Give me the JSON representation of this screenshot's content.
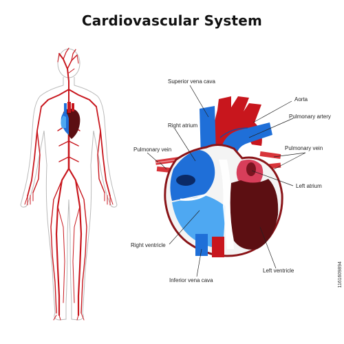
{
  "title": "Cardiovascular System",
  "stock_id": "1161609894",
  "labels": {
    "superior_vena_cava": "Superior vena cava",
    "aorta": "Aorta",
    "pulmonary_artery": "Pulmonary artery",
    "right_atrium": "Right atrium",
    "pulmonary_vein_left": "Pulmonary vein",
    "pulmonary_vein_right": "Pulmonary vein",
    "left_atrium": "Left atrium",
    "right_ventricle": "Right ventricle",
    "left_ventricle": "Left ventricle",
    "inferior_vena_cava": "Inferior vena cava"
  },
  "colors": {
    "artery_red": "#c8161d",
    "vein_blue": "#1f6fd8",
    "light_blue": "#4ea8f2",
    "dark_maroon": "#5c0f12",
    "body_outline": "#b9b9b9",
    "heart_outline": "#8a1418"
  }
}
